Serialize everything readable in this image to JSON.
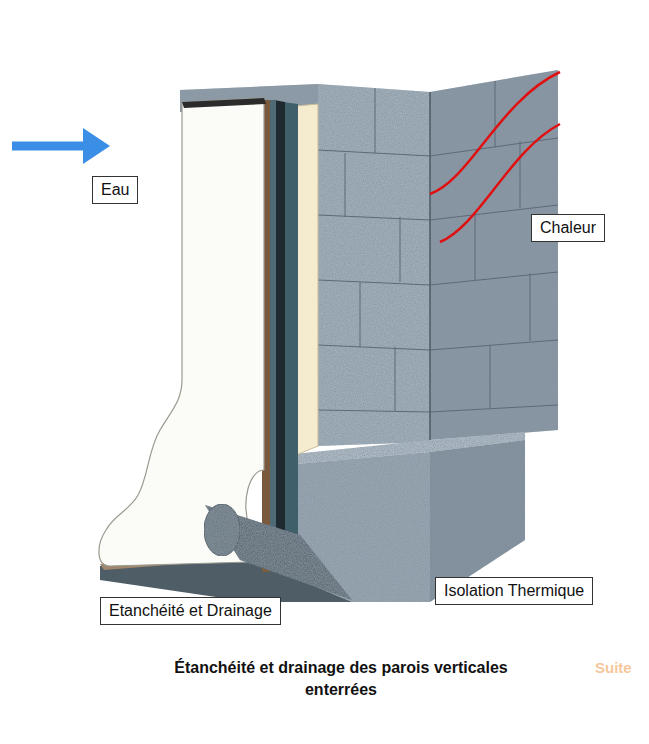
{
  "diagram": {
    "caption": "Étanchéité et drainage des parois verticales enterrées",
    "nodes": [
      {
        "text": [
          "Eau"
        ]
      },
      {
        "text": [
          "Chaleur"
        ]
      },
      {
        "text": [
          "Isolation Thermique"
        ]
      },
      {
        "text": [
          "Etanchéité et Drainage"
        ]
      }
    ],
    "labels": [
      "Suite"
    ]
  }
}
